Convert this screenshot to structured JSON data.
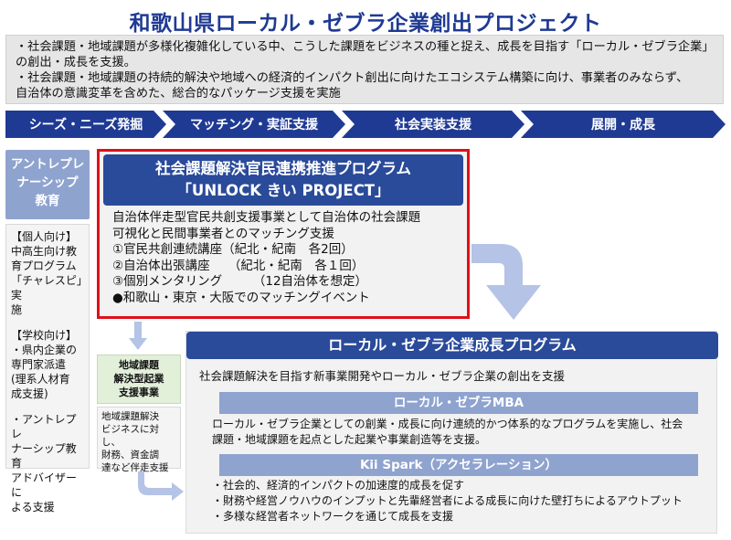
{
  "title": "和歌山県ローカル・ゼブラ企業創出プロジェクト",
  "intro": {
    "lines": [
      "・社会課題・地域課題が多様化複雑化している中、こうした課題をビジネスの種と捉え、成長を目指す「ローカル・ゼブラ企業」",
      "の創出・成長を支援。",
      "・社会課題・地域課題の持続的解決や地域への経済的インパクト創出に向けたエコシステム構築に向け、事業者のみならず、",
      "自治体の意識変革を含めた、総合的なパッケージ支援を実施"
    ]
  },
  "phases": [
    "シーズ・ニーズ発掘",
    "マッチング・実証支援",
    "社会実装支援",
    "展開・成長"
  ],
  "education": {
    "heading_lines": [
      "アントレプレ",
      "ナーシップ",
      "教育"
    ],
    "body_lines": [
      "【個人向け】",
      "中高生向け教",
      "育プログラム",
      "「チャレスピ」実",
      "施",
      "",
      "【学校向け】",
      "・県内企業の",
      "専門家派遣",
      "(理系人材育",
      "成支援)",
      "",
      "・アントレプレ",
      "ナーシップ教育",
      "アドバイザーに",
      "よる支援"
    ]
  },
  "unlock": {
    "heading_line1": "社会課題解決官民連携推進プログラム",
    "heading_line2": "「UNLOCK きい PROJECT」",
    "body_lines": [
      "自治体伴走型官民共創支援事業として自治体の社会課題",
      "可視化と民間事業者とのマッチング支援",
      "①官民共創連続講座（紀北・紀南　各2回）",
      "②自治体出張講座　　（紀北・紀南　各１回）",
      "③個別メンタリング　　　（12自治体を想定）",
      "●和歌山・東京・大阪でのマッチングイベント"
    ]
  },
  "regional": {
    "heading_lines": [
      "地域課題",
      "解決型起業",
      "支援事業"
    ],
    "body_lines": [
      "地域課題解決",
      "ビジネスに対し、",
      "財務、資金調",
      "達など伴走支援"
    ]
  },
  "zebra": {
    "heading": "ローカル・ゼブラ企業成長プログラム",
    "lead": "社会課題解決を目指す新事業開発やローカル・ゼブラ企業の創出を支援",
    "mba": {
      "heading": "ローカル・ゼブラMBA",
      "body_lines": [
        "ローカル・ゼブラ企業としての創業・成長に向け連続的かつ体系的なプログラムを実施し、社会",
        "課題・地域課題を起点とした起業や事業創造等を支援。"
      ]
    },
    "kii": {
      "heading": "Kii Spark（アクセラレーション）",
      "body_lines": [
        "・社会的、経済的インパクトの加速度的成長を促す",
        "・財務や経営ノウハウのインプットと先輩経営者による成長に向けた壁打ちによるアウトプット",
        "・多様な経営者ネットワークを通じて成長を支援"
      ]
    }
  },
  "colors": {
    "title": "#1f3a93",
    "phase_bar": "#1f3a93",
    "header_dark": "#2a4a9a",
    "header_light": "#8fa3cf",
    "highlight_border": "#e0101a",
    "arrow": "#b4c3e6",
    "green_box": "#e2efd9"
  }
}
